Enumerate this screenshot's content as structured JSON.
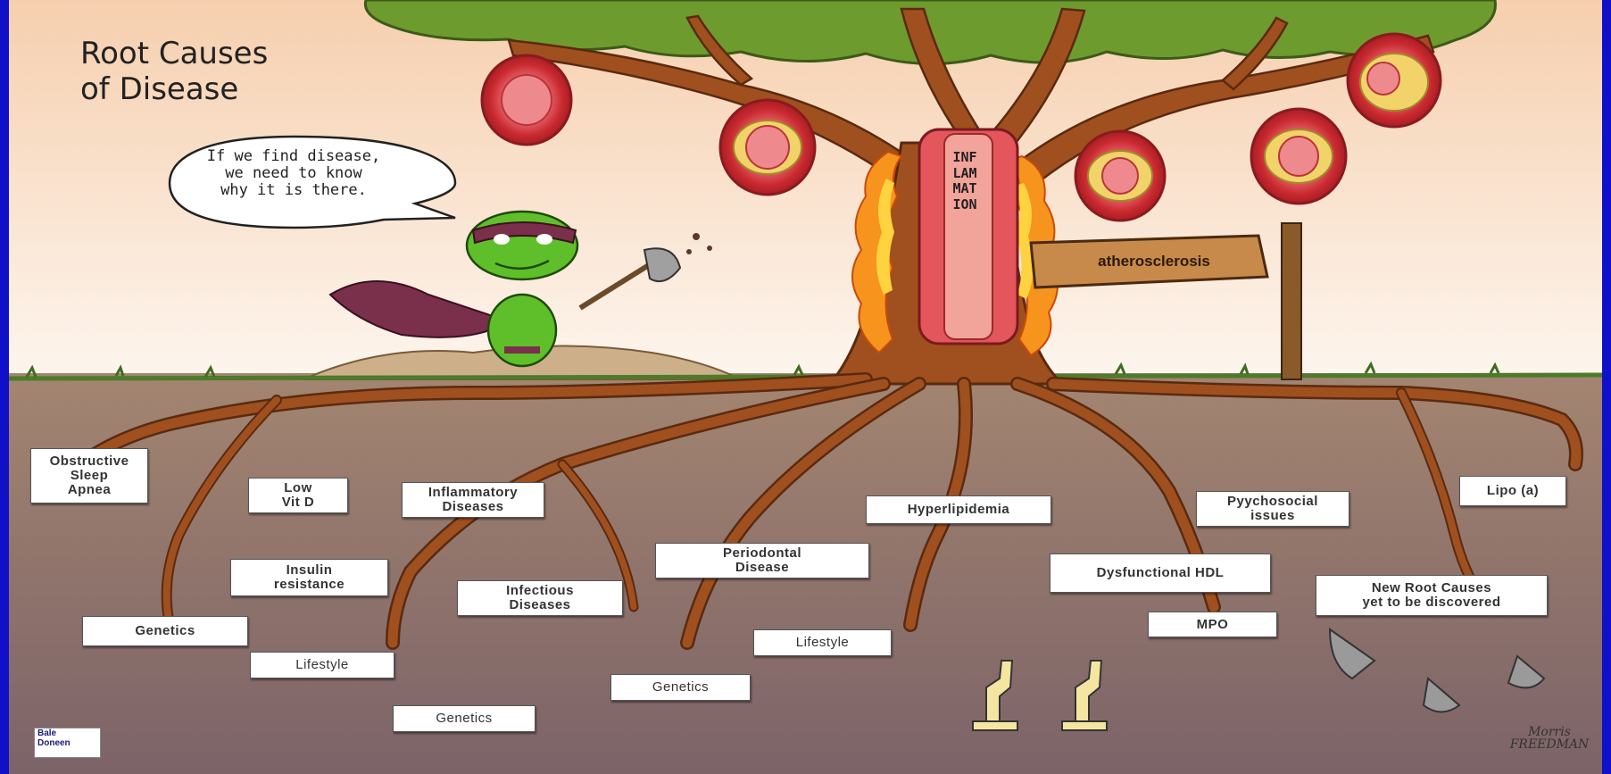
{
  "title": "Root Causes\nof Disease",
  "speech_bubble": "If we find disease,\nwe need to know\nwhy it is there.",
  "trunk_label": "INFLAMMATION",
  "sign_label": "atherosclerosis",
  "root_labels": {
    "obstructive_sleep_apnea": "Obstructive\nSleep\nApnea",
    "low_vit_d": "Low\nVit D",
    "inflammatory_diseases": "Inflammatory\nDiseases",
    "hyperlipidemia": "Hyperlipidemia",
    "psychosocial_issues": "Pyychosocial\nissues",
    "lipo_a": "Lipo (a)",
    "insulin_resistance": "Insulin\nresistance",
    "periodontal_disease": "Periodontal\nDisease",
    "dysfunctional_hdl": "Dysfunctional HDL",
    "new_root_causes": "New Root Causes\nyet to be discovered",
    "infectious_diseases": "Infectious\nDiseases",
    "genetics_1": "Genetics",
    "mpo": "MPO",
    "lifestyle_1": "Lifestyle",
    "lifestyle_2": "Lifestyle",
    "genetics_2": "Genetics",
    "genetics_3": "Genetics"
  },
  "logo_text": "Bale\nDoneen",
  "signature": "Morris\nFREEDMAN",
  "colors": {
    "border": "#1010c8",
    "sky_top": "#f6cfae",
    "sky_bottom": "#fdf6ef",
    "soil_top": "#a38570",
    "soil_bottom": "#7c6368",
    "root": "#a0501e",
    "foliage": "#6e9b2e",
    "cell": "#d9343a",
    "frog": "#5fbf2a",
    "cape": "#7a2f4a"
  }
}
